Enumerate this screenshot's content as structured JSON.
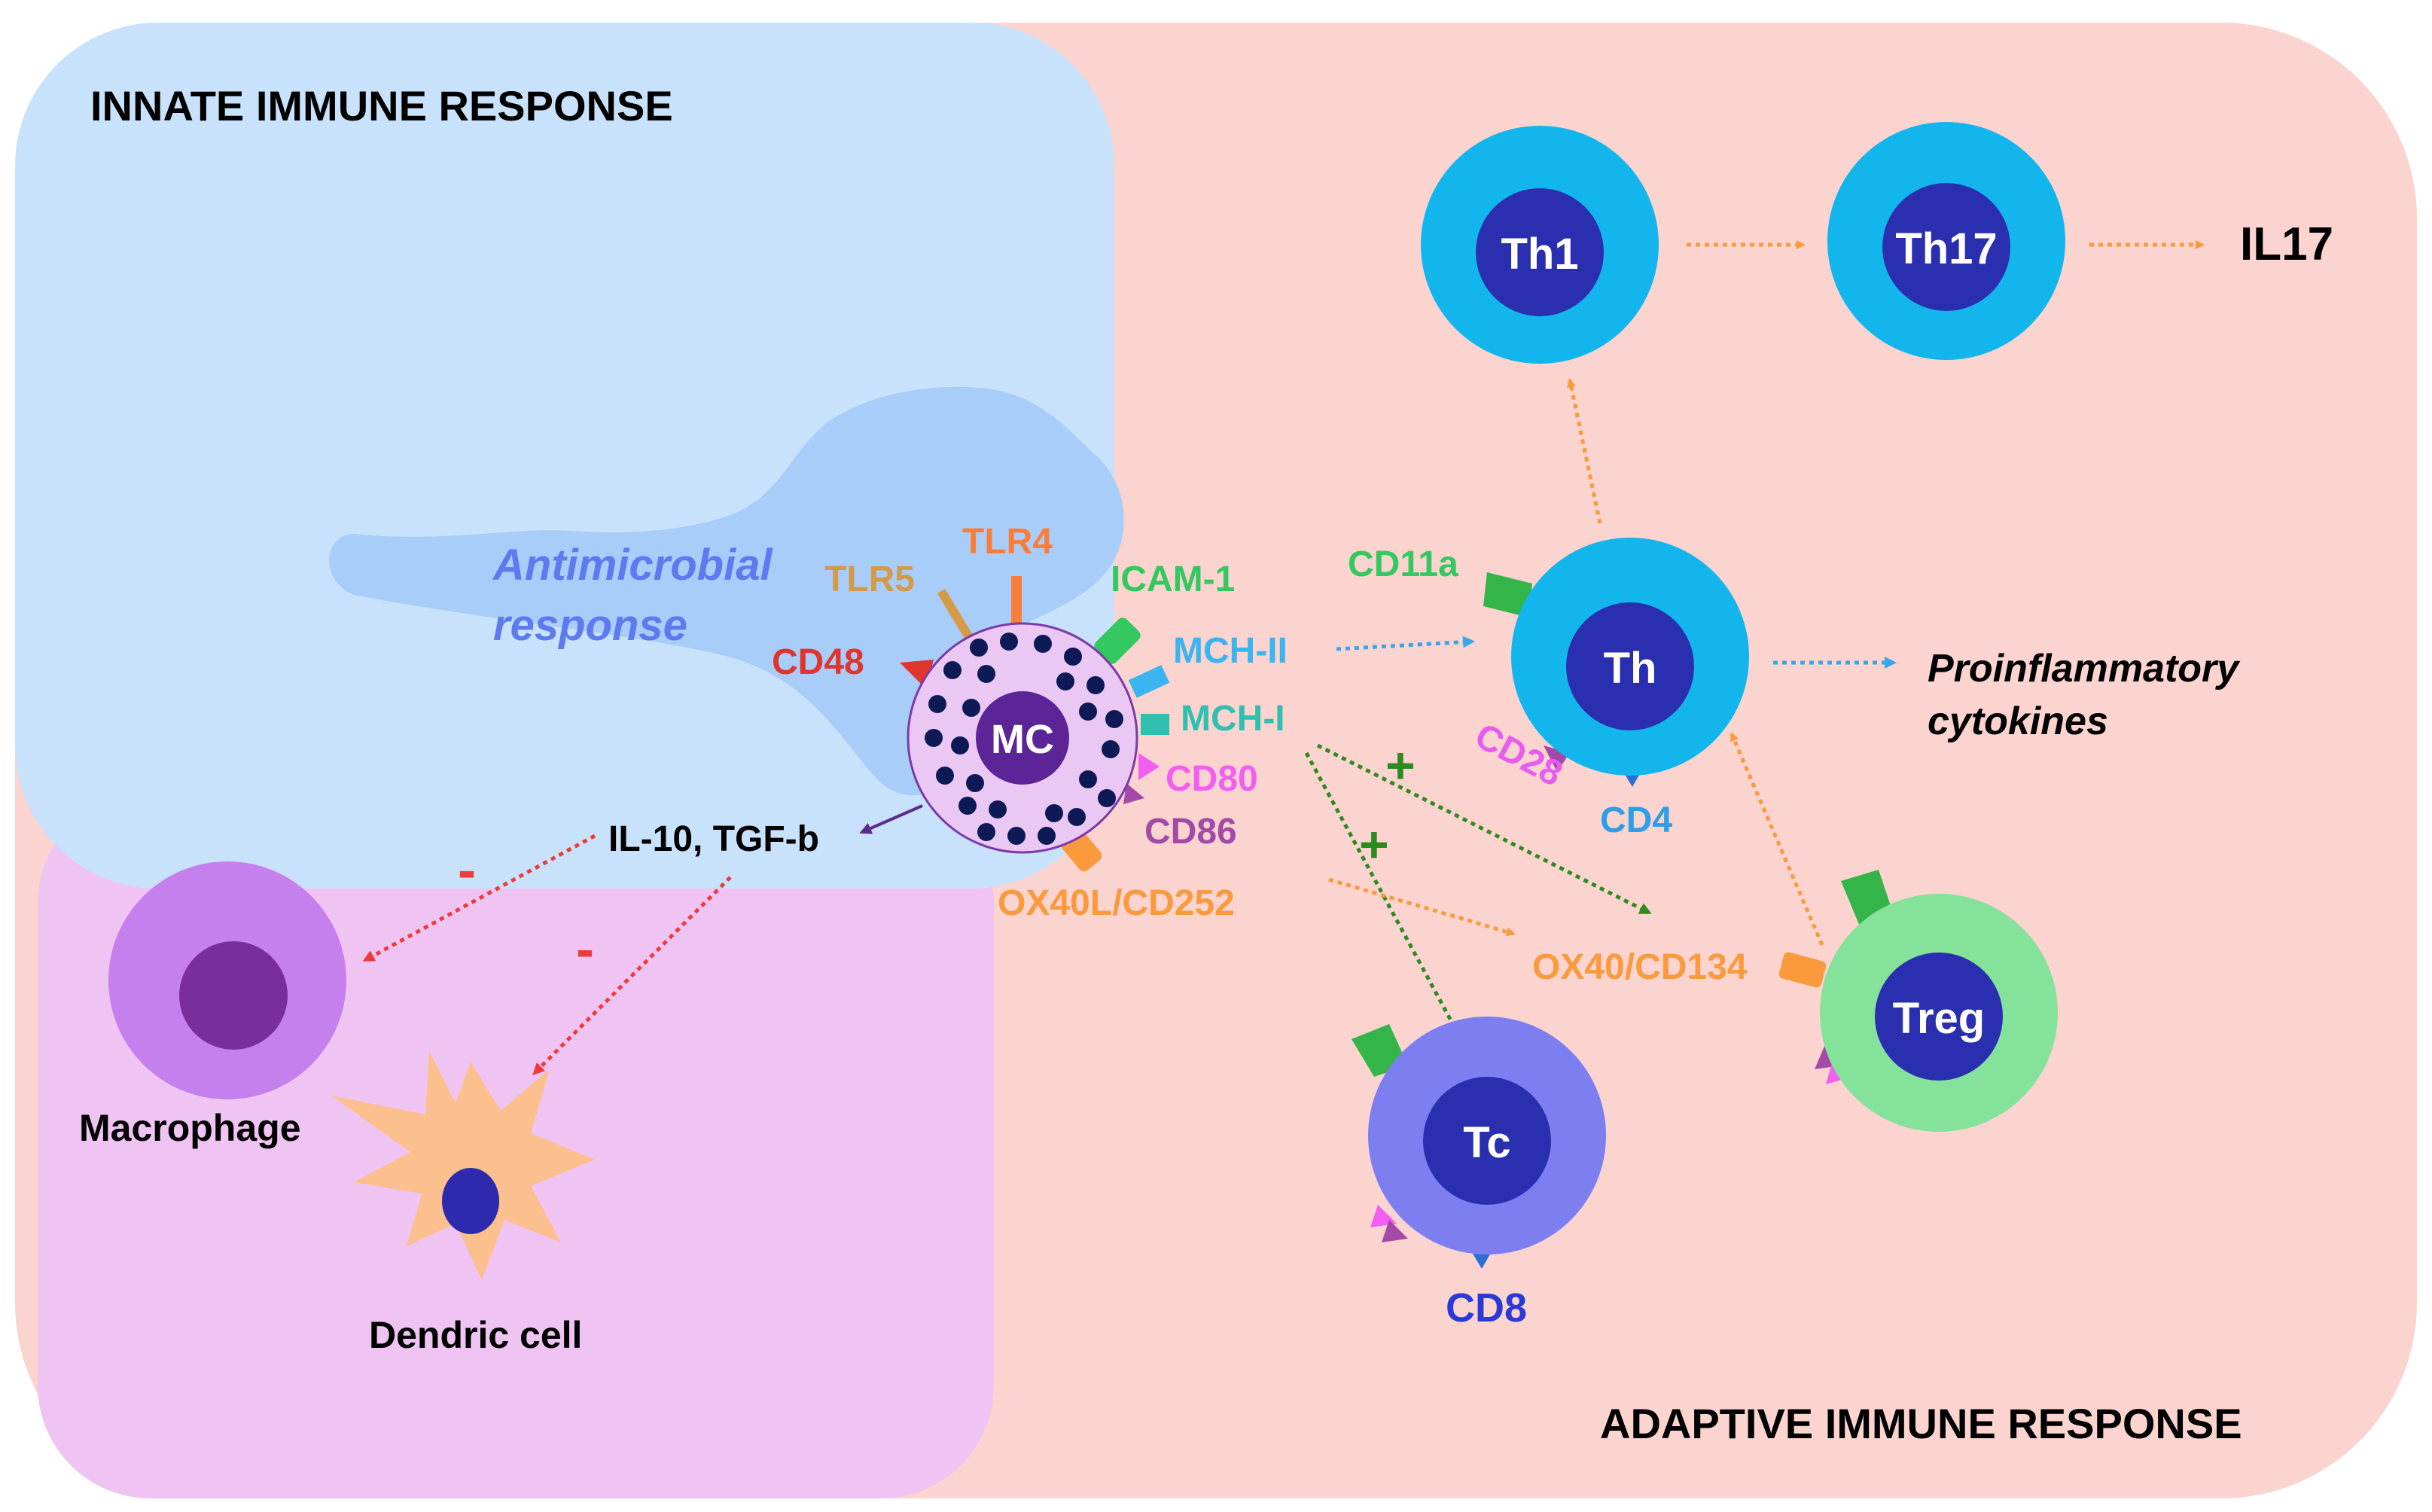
{
  "sections": {
    "innate": "INNATE IMMUNE RESPONSE",
    "adaptive": "ADAPTIVE IMMUNE RESPONSE"
  },
  "cells": {
    "mc": "MC",
    "th": "Th",
    "th1": "Th1",
    "th17": "Th17",
    "tc": "Tc",
    "treg": "Treg",
    "macrophage": "Macrophage",
    "dendritic": "Dendric cell"
  },
  "labels": {
    "antimicrobial_line1": "Antimicrobial",
    "antimicrobial_line2": "response",
    "tlr5": "TLR5",
    "tlr4": "TLR4",
    "cd48": "CD48",
    "icam1": "ICAM-1",
    "mch2": "MCH-II",
    "mch1": "MCH-I",
    "cd80": "CD80",
    "cd86": "CD86",
    "ox40l": "OX40L/CD252",
    "il10": "IL-10, TGF-b",
    "cd11a": "CD11a",
    "cd28": "CD28",
    "cd4": "CD4",
    "cd8": "CD8",
    "ox40": "OX40/CD134",
    "il17": "IL17",
    "proinf_line1": "Proinflammatory",
    "proinf_line2": "cytokines",
    "minus1": "-",
    "minus2": "-",
    "plus1": "+",
    "plus2": "+"
  },
  "colors": {
    "innate_bg": "#c9e2fb",
    "adaptive_bg": "#fbd3cf",
    "lower_left_bg": "#f0c4f2",
    "cloud": "#a9cdf9",
    "t_cell_outer": "#13b6ec",
    "t_cell_core": "#2a2fb0",
    "tc_outer": "#7d7ff0",
    "treg_outer": "#84e29b",
    "mc_body": "#ebc8f4",
    "mc_granule": "#0d1a55",
    "mc_nucleus": "#5b2497",
    "macrophage_outer": "#c680ee",
    "macrophage_nucleus": "#7a2e9c",
    "dendritic_body": "#fbc08e",
    "dendritic_nucleus": "#2d2aae",
    "orange": "#fa9a3c",
    "green": "#2d8a1f",
    "red": "#f03a3a",
    "blue_arrow": "#3aa6e8"
  }
}
